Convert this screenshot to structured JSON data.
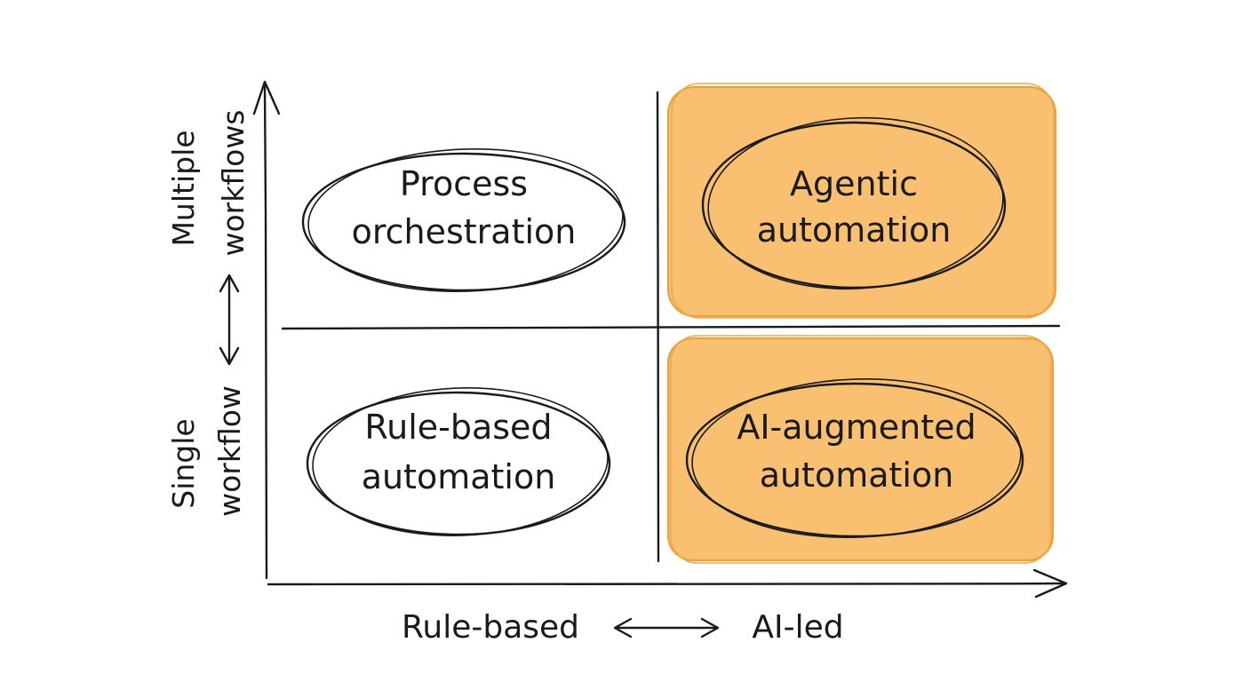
{
  "colors": {
    "highlight_fill": "#f9c071",
    "highlight_stroke": "#e8a23e",
    "ink": "#1a1a1a"
  },
  "quadrants": {
    "top_left": {
      "line1": "Process",
      "line2": "orchestration",
      "highlighted": false
    },
    "top_right": {
      "line1": "Agentic",
      "line2": "automation",
      "highlighted": true
    },
    "bottom_left": {
      "line1": "Rule-based",
      "line2": "automation",
      "highlighted": false
    },
    "bottom_right": {
      "line1": "AI-augmented",
      "line2": "automation",
      "highlighted": true
    }
  },
  "x_axis": {
    "left_label": "Rule-based",
    "right_label": "AI-led",
    "connector_icon": "double-arrow-icon"
  },
  "y_axis": {
    "top_label_line1": "Multiple",
    "top_label_line2": "workflows",
    "bottom_label_line1": "Single",
    "bottom_label_line2": "workflow",
    "connector_icon": "double-arrow-icon"
  }
}
